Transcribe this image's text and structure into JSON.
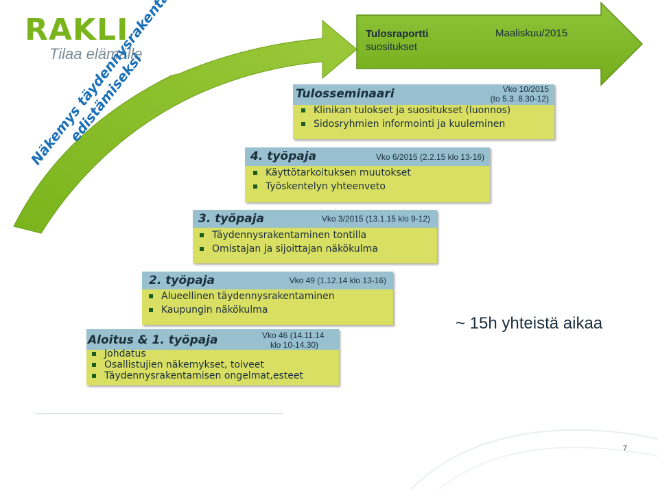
{
  "logo": {
    "word": "RAKLI",
    "tagline": "Tilaa elämälle"
  },
  "arrow_text": {
    "line1": "Näkemys täydennysrakentamisen",
    "line2": "edistämiseksi"
  },
  "top_arrow": {
    "title": "Tulosraportti",
    "subtitle": "suositukset",
    "date": "Maaliskuu/2015"
  },
  "boxes": [
    {
      "title": "Tulosseminaari",
      "date_line1": "Vko 10/2015",
      "date_line2": "(to 5.3. 8.30-12)",
      "items": [
        "Klinikan tulokset ja suositukset (luonnos)",
        "Sidosryhmien informointi ja kuuleminen"
      ]
    },
    {
      "title": "4. työpaja",
      "date_line1": "Vko 6/2015 (2.2.15 klo  13-16)",
      "date_line2": "",
      "items": [
        "Käyttötarkoituksen muutokset",
        "Työskentelyn yhteenveto"
      ]
    },
    {
      "title": "3. työpaja",
      "date_line1": "Vko 3/2015 (13.1.15 klo 9-12)",
      "date_line2": "",
      "items": [
        "Täydennysrakentaminen tontilla",
        "Omistajan ja sijoittajan näkökulma"
      ]
    },
    {
      "title": "2. työpaja",
      "date_line1": "Vko 49 (1.12.14 klo 13-16)",
      "date_line2": "",
      "items": [
        "Alueellinen täydennysrakentaminen",
        "Kaupungin näkökulma"
      ]
    },
    {
      "title": "Aloitus & 1. työpaja",
      "date_line1": "Vko 46  (14.11.14",
      "date_line2": "klo 10-14.30)",
      "items": [
        "Johdatus",
        "Osallistujien näkemykset, toiveet",
        "Täydennysrakentamisen ongelmat,esteet"
      ]
    }
  ],
  "total": "~ 15h yhteistä aikaa",
  "page_number": "7",
  "colors": {
    "logo_green": "#7ab41d",
    "arrow_green": "#7ab41d",
    "box_yellow": "#d9df62",
    "header_blue": "#98c0ce",
    "text_dark": "#1b2e3c"
  }
}
